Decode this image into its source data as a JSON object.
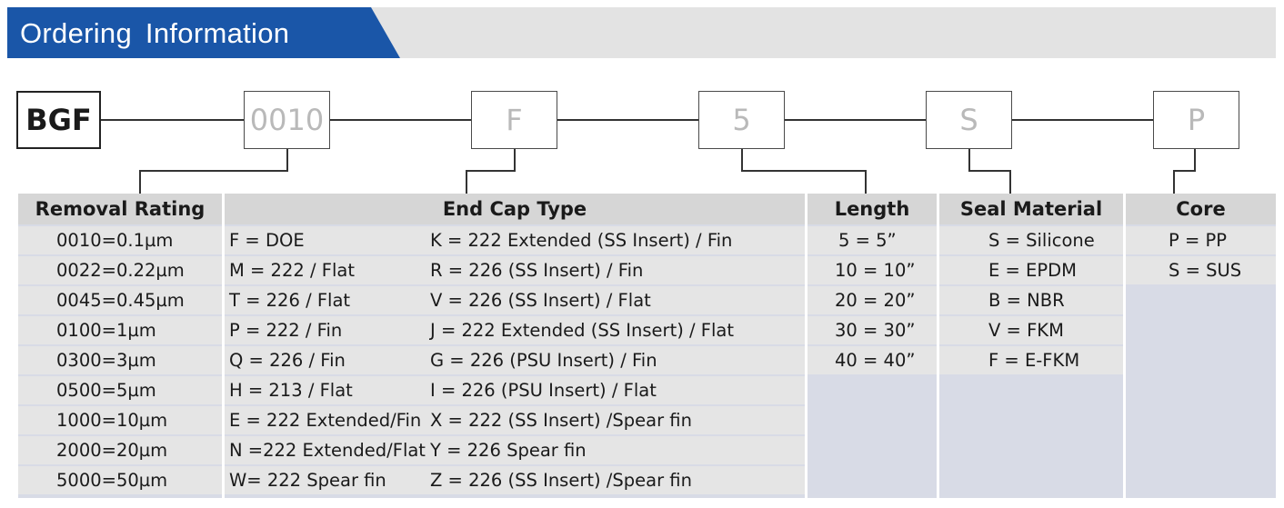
{
  "header": {
    "title": "Ordering  Information"
  },
  "code": {
    "prefix": "BGF",
    "rating": "0010",
    "endcap": "F",
    "length": "5",
    "seal": "S",
    "core": "P"
  },
  "columns": {
    "rating": "Removal Rating",
    "endcap": "End Cap Type",
    "length": "Length",
    "seal": "Seal Material",
    "core": "Core"
  },
  "rating_rows": [
    "0010=0.1µm",
    "0022=0.22µm",
    "0045=0.45µm",
    "0100=1µm",
    "0300=3µm",
    "0500=5µm",
    "1000=10µm",
    "2000=20µm",
    "5000=50µm"
  ],
  "endcap_rows": [
    {
      "a": "F = DOE",
      "b": "K = 222 Extended (SS Insert) / Fin"
    },
    {
      "a": "M = 222 / Flat",
      "b": "R = 226 (SS Insert) / Fin"
    },
    {
      "a": "T = 226 / Flat",
      "b": "V = 226 (SS Insert) / Flat"
    },
    {
      "a": "P = 222 / Fin",
      "b": "J  = 222 Extended (SS Insert) / Flat"
    },
    {
      "a": "Q = 226 / Fin",
      "b": "G = 226 (PSU Insert) / Fin"
    },
    {
      "a": "H = 213 / Flat",
      "b": "I = 226 (PSU Insert) / Flat"
    },
    {
      "a": "E = 222 Extended/Fin",
      "b": "X  = 222 (SS Insert) /Spear fin"
    },
    {
      "a": "N =222 Extended/Flat",
      "b": "Y = 226 Spear fin"
    },
    {
      "a": "W= 222 Spear fin",
      "b": "Z = 226 (SS Insert) /Spear fin"
    }
  ],
  "length_rows": [
    "5 = 5”",
    "10 = 10”",
    "20 = 20”",
    "30 = 30”",
    "40 = 40”"
  ],
  "seal_rows": [
    "S = Silicone",
    "E = EPDM",
    "B = NBR",
    "V = FKM",
    "F = E-FKM"
  ],
  "core_rows": [
    "P = PP",
    "S = SUS"
  ],
  "colors": {
    "banner": "#1a56a8",
    "banner_bg": "#e3e3e3",
    "header_cell": "#d6d6d6",
    "row_cell": "#e5e5e5",
    "empty_cell": "#d8dbe6"
  }
}
